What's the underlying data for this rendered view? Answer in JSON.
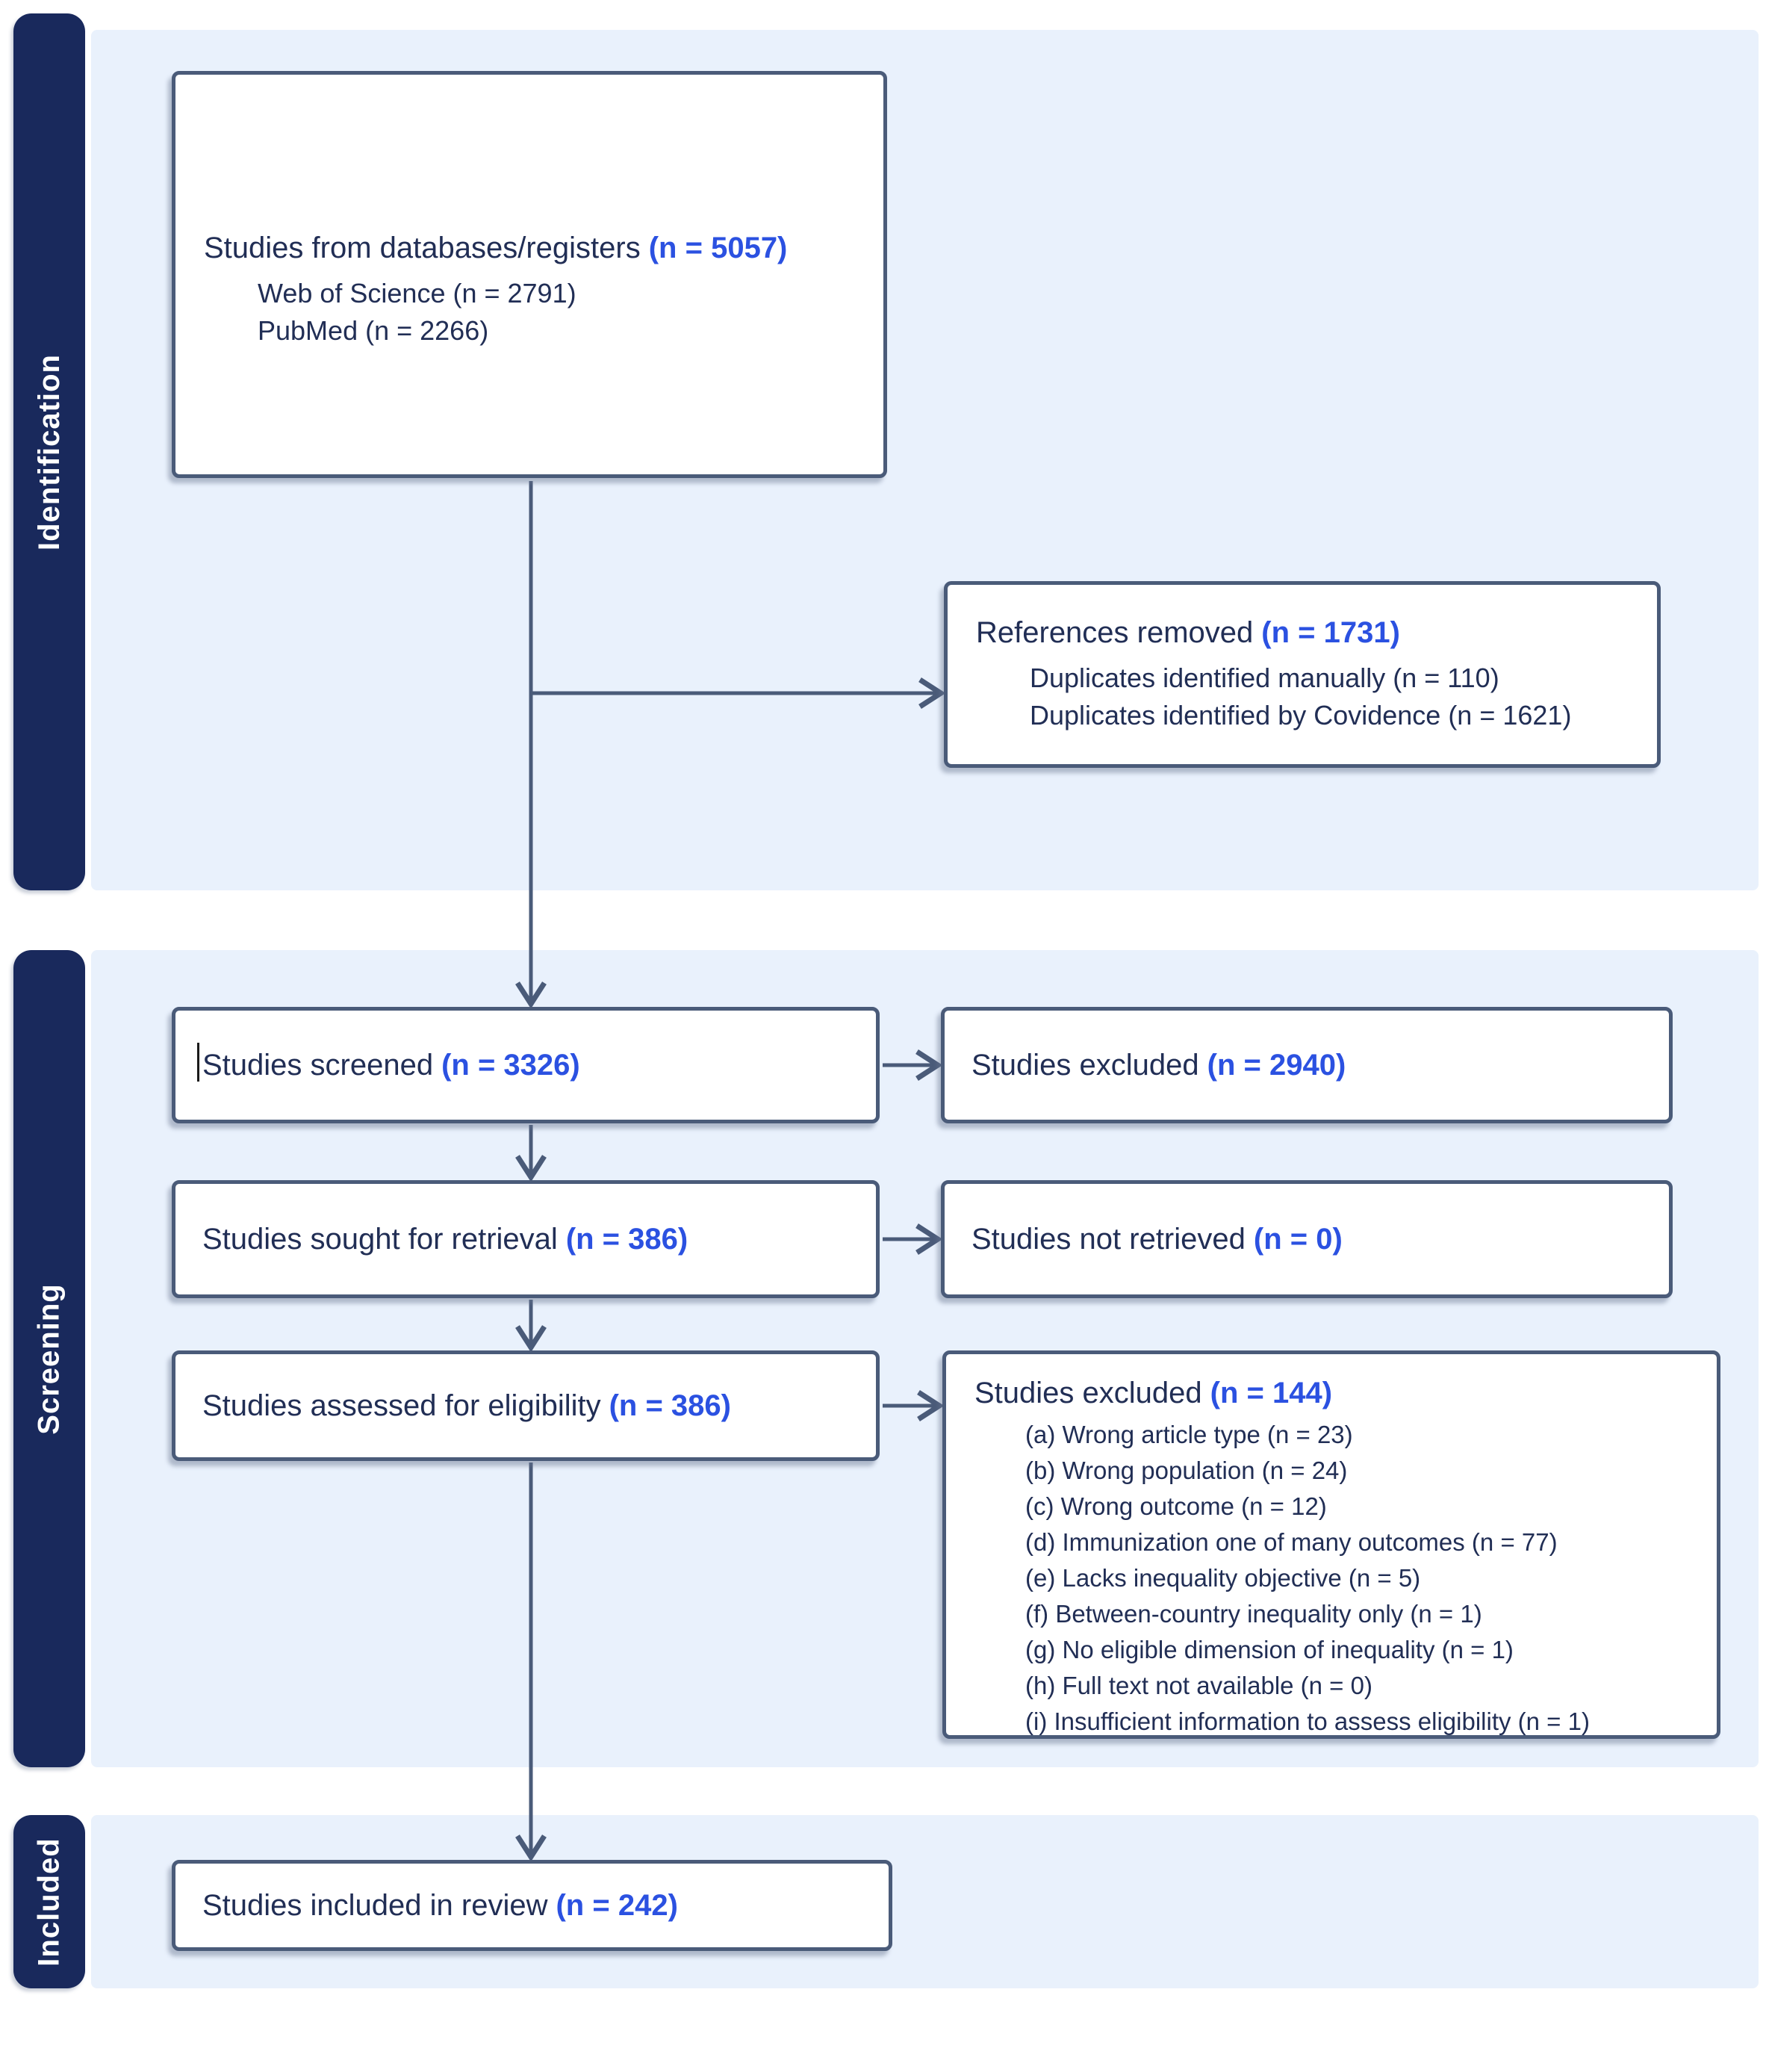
{
  "colors": {
    "sidebar_navy": "#19295C",
    "panel_blue": "#E9F1FC",
    "box_border": "#4A5B79",
    "arrow": "#4A5B79",
    "text_dark": "#212E55",
    "count_blue": "#2B51E1"
  },
  "sections": {
    "identification": {
      "label": "Identification"
    },
    "screening": {
      "label": "Screening"
    },
    "included": {
      "label": "Included"
    }
  },
  "boxes": {
    "databases": {
      "label": "Studies from databases/registers",
      "n": "(n = 5057)",
      "items": [
        "Web of Science (n = 2791)",
        "PubMed (n = 2266)"
      ]
    },
    "references_removed": {
      "label": "References removed",
      "n": "(n = 1731)",
      "items": [
        "Duplicates identified manually (n = 110)",
        "Duplicates identified by Covidence (n = 1621)"
      ]
    },
    "screened": {
      "label": "Studies screened",
      "n": "(n = 3326)"
    },
    "excluded_screened": {
      "label": "Studies excluded",
      "n": "(n = 2940)"
    },
    "sought": {
      "label": "Studies sought for retrieval",
      "n": "(n = 386)"
    },
    "not_retrieved": {
      "label": "Studies not retrieved",
      "n": "(n = 0)"
    },
    "assessed": {
      "label": "Studies assessed for eligibility",
      "n": "(n = 386)"
    },
    "excluded_eligibility": {
      "label": "Studies excluded",
      "n": "(n = 144)",
      "items": [
        "(a) Wrong article type (n = 23)",
        "(b) Wrong population (n = 24)",
        "(c) Wrong outcome (n = 12)",
        "(d) Immunization one of many outcomes (n = 77)",
        "(e) Lacks inequality objective (n = 5)",
        "(f) Between-country inequality only (n = 1)",
        "(g) No eligible dimension of inequality (n = 1)",
        "(h) Full text not available (n = 0)",
        "(i) Insufficient information to assess eligibility (n = 1)"
      ]
    },
    "included_review": {
      "label": "Studies included in review",
      "n": "(n = 242)"
    }
  }
}
